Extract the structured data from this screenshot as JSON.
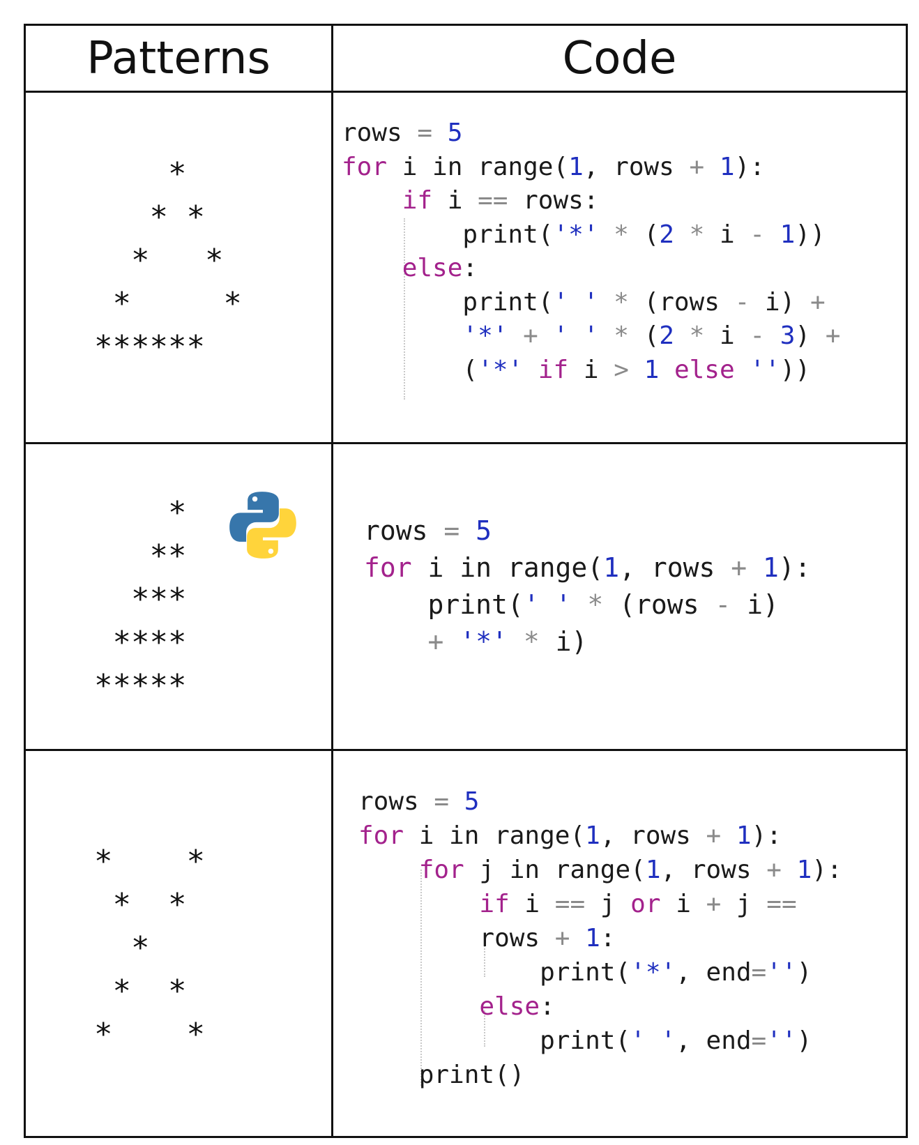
{
  "header": {
    "patterns": "Patterns",
    "code": "Code"
  },
  "colors": {
    "keyword": "#a3228c",
    "number": "#1f2fbf",
    "string": "#1f2fbf",
    "operator": "#8a8a8a",
    "text": "#1a1a1a"
  },
  "logo": {
    "icon": "python-logo-icon"
  },
  "rows": [
    {
      "pattern": "    *\n   * *\n  *   *\n *     *\n******",
      "code": [
        [
          [
            "t",
            "rows "
          ],
          [
            "o",
            "="
          ],
          [
            "t",
            " "
          ],
          [
            "n",
            "5"
          ]
        ],
        [
          [
            "k",
            "for"
          ],
          [
            "t",
            " i in range("
          ],
          [
            "n",
            "1"
          ],
          [
            "t",
            ", rows "
          ],
          [
            "o",
            "+"
          ],
          [
            "t",
            " "
          ],
          [
            "n",
            "1"
          ],
          [
            "t",
            "):"
          ]
        ],
        [
          [
            "t",
            "    "
          ],
          [
            "k",
            "if"
          ],
          [
            "t",
            " i "
          ],
          [
            "o",
            "=="
          ],
          [
            "t",
            " rows:"
          ]
        ],
        [
          [
            "t",
            "        print("
          ],
          [
            "s",
            "'*'"
          ],
          [
            "t",
            " "
          ],
          [
            "o",
            "*"
          ],
          [
            "t",
            " ("
          ],
          [
            "n",
            "2"
          ],
          [
            "t",
            " "
          ],
          [
            "o",
            "*"
          ],
          [
            "t",
            " i "
          ],
          [
            "o",
            "-"
          ],
          [
            "t",
            " "
          ],
          [
            "n",
            "1"
          ],
          [
            "t",
            "))"
          ]
        ],
        [
          [
            "t",
            "    "
          ],
          [
            "k",
            "else"
          ],
          [
            "t",
            ":"
          ]
        ],
        [
          [
            "t",
            "        print("
          ],
          [
            "s",
            "' '"
          ],
          [
            "t",
            " "
          ],
          [
            "o",
            "*"
          ],
          [
            "t",
            " (rows "
          ],
          [
            "o",
            "-"
          ],
          [
            "t",
            " i) "
          ],
          [
            "o",
            "+"
          ]
        ],
        [
          [
            "t",
            "        "
          ],
          [
            "s",
            "'*'"
          ],
          [
            "t",
            " "
          ],
          [
            "o",
            "+"
          ],
          [
            "t",
            " "
          ],
          [
            "s",
            "' '"
          ],
          [
            "t",
            " "
          ],
          [
            "o",
            "*"
          ],
          [
            "t",
            " ("
          ],
          [
            "n",
            "2"
          ],
          [
            "t",
            " "
          ],
          [
            "o",
            "*"
          ],
          [
            "t",
            " i "
          ],
          [
            "o",
            "-"
          ],
          [
            "t",
            " "
          ],
          [
            "n",
            "3"
          ],
          [
            "t",
            ") "
          ],
          [
            "o",
            "+"
          ]
        ],
        [
          [
            "t",
            "        ("
          ],
          [
            "s",
            "'*'"
          ],
          [
            "t",
            " "
          ],
          [
            "k",
            "if"
          ],
          [
            "t",
            " i "
          ],
          [
            "o",
            ">"
          ],
          [
            "t",
            " "
          ],
          [
            "n",
            "1"
          ],
          [
            "t",
            " "
          ],
          [
            "k",
            "else"
          ],
          [
            "t",
            " "
          ],
          [
            "s",
            "''"
          ],
          [
            "t",
            "))"
          ]
        ]
      ]
    },
    {
      "pattern": "    *\n   **\n  ***\n ****\n*****",
      "code": [
        [
          [
            "t",
            "rows "
          ],
          [
            "o",
            "="
          ],
          [
            "t",
            " "
          ],
          [
            "n",
            "5"
          ]
        ],
        [
          [
            "k",
            "for"
          ],
          [
            "t",
            " i in range("
          ],
          [
            "n",
            "1"
          ],
          [
            "t",
            ", rows "
          ],
          [
            "o",
            "+"
          ],
          [
            "t",
            " "
          ],
          [
            "n",
            "1"
          ],
          [
            "t",
            "):"
          ]
        ],
        [
          [
            "t",
            "    print("
          ],
          [
            "s",
            "' '"
          ],
          [
            "t",
            " "
          ],
          [
            "o",
            "*"
          ],
          [
            "t",
            " (rows "
          ],
          [
            "o",
            "-"
          ],
          [
            "t",
            " i)"
          ]
        ],
        [
          [
            "t",
            "    "
          ],
          [
            "o",
            "+"
          ],
          [
            "t",
            " "
          ],
          [
            "s",
            "'*'"
          ],
          [
            "t",
            " "
          ],
          [
            "o",
            "*"
          ],
          [
            "t",
            " i)"
          ]
        ]
      ]
    },
    {
      "pattern": "*    *\n *  *\n  *\n *  *\n*    *",
      "code": [
        [
          [
            "t",
            "rows "
          ],
          [
            "o",
            "="
          ],
          [
            "t",
            " "
          ],
          [
            "n",
            "5"
          ]
        ],
        [
          [
            "k",
            "for"
          ],
          [
            "t",
            " i in range("
          ],
          [
            "n",
            "1"
          ],
          [
            "t",
            ", rows "
          ],
          [
            "o",
            "+"
          ],
          [
            "t",
            " "
          ],
          [
            "n",
            "1"
          ],
          [
            "t",
            "):"
          ]
        ],
        [
          [
            "t",
            "    "
          ],
          [
            "k",
            "for"
          ],
          [
            "t",
            " j in range("
          ],
          [
            "n",
            "1"
          ],
          [
            "t",
            ", rows "
          ],
          [
            "o",
            "+"
          ],
          [
            "t",
            " "
          ],
          [
            "n",
            "1"
          ],
          [
            "t",
            "):"
          ]
        ],
        [
          [
            "t",
            "        "
          ],
          [
            "k",
            "if"
          ],
          [
            "t",
            " i "
          ],
          [
            "o",
            "=="
          ],
          [
            "t",
            " j "
          ],
          [
            "k",
            "or"
          ],
          [
            "t",
            " i "
          ],
          [
            "o",
            "+"
          ],
          [
            "t",
            " j "
          ],
          [
            "o",
            "=="
          ]
        ],
        [
          [
            "t",
            "        rows "
          ],
          [
            "o",
            "+"
          ],
          [
            "t",
            " "
          ],
          [
            "n",
            "1"
          ],
          [
            "t",
            ":"
          ]
        ],
        [
          [
            "t",
            "            print("
          ],
          [
            "s",
            "'*'"
          ],
          [
            "t",
            ", end"
          ],
          [
            "o",
            "="
          ],
          [
            "s",
            "''"
          ],
          [
            "t",
            ")"
          ]
        ],
        [
          [
            "t",
            "        "
          ],
          [
            "k",
            "else"
          ],
          [
            "t",
            ":"
          ]
        ],
        [
          [
            "t",
            "            print("
          ],
          [
            "s",
            "' '"
          ],
          [
            "t",
            ", end"
          ],
          [
            "o",
            "="
          ],
          [
            "s",
            "''"
          ],
          [
            "t",
            ")"
          ]
        ],
        [
          [
            "t",
            "    print()"
          ]
        ]
      ]
    }
  ]
}
